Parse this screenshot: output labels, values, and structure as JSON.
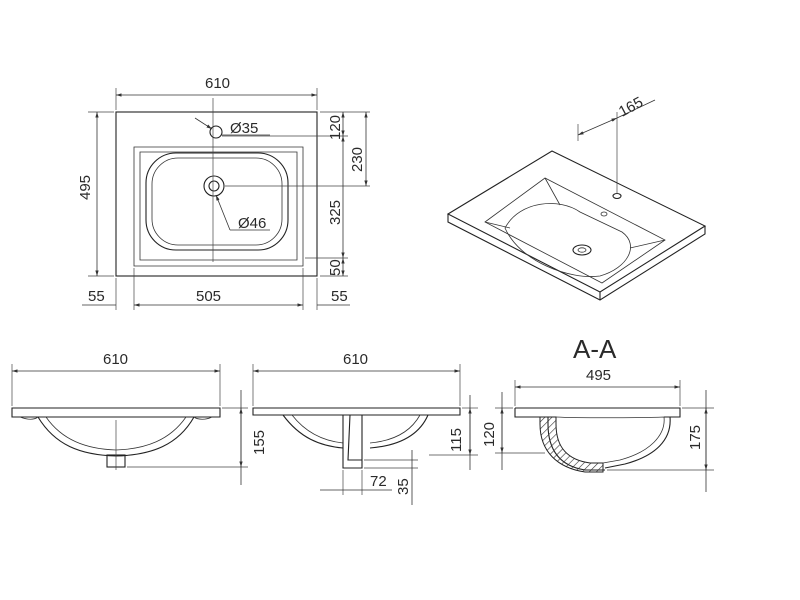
{
  "top_view": {
    "width_label": "610",
    "depth_label": "495",
    "tap_hole_label": "Ø35",
    "drain_label": "Ø46",
    "offset_120_label": "120",
    "offset_230_label": "230",
    "basin_325_label": "325",
    "front_50_label": "50",
    "left_margin_label": "55",
    "basin_width_label": "505",
    "right_margin_label": "55"
  },
  "iso_view": {
    "tap_offset_label": "165"
  },
  "front_view": {
    "width_label": "610",
    "height_label": "155"
  },
  "side_view": {
    "width_label": "610",
    "height_label": "115",
    "drain_width_label": "72",
    "drain_height_label": "35"
  },
  "section_view": {
    "title": "A-A",
    "depth_label": "495",
    "inner_label": "120",
    "total_label": "175"
  },
  "colors": {
    "line": "#222222",
    "hatch": "#333333",
    "background": "#ffffff"
  }
}
